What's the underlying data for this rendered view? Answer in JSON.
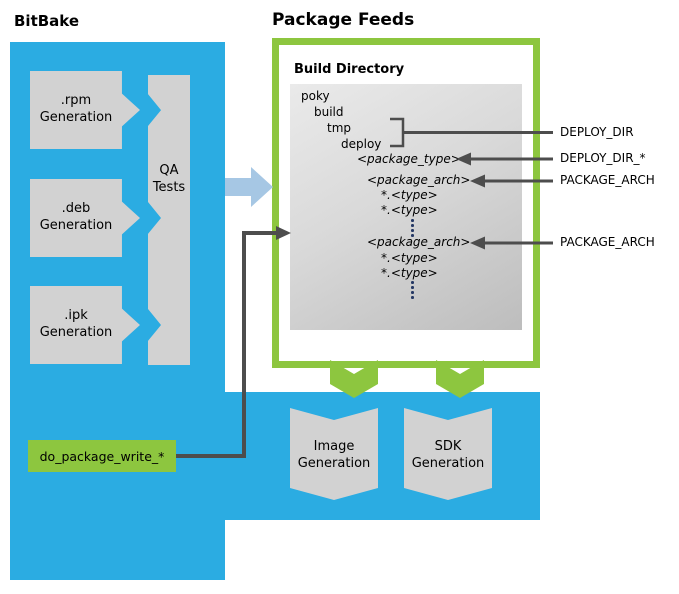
{
  "titles": {
    "bitbake": "BitBake",
    "package_feeds": "Package Feeds",
    "build_directory": "Build Directory"
  },
  "generation_boxes": [
    {
      "line1": ".rpm",
      "line2": "Generation"
    },
    {
      "line1": ".deb",
      "line2": "Generation"
    },
    {
      "line1": ".ipk",
      "line2": "Generation"
    }
  ],
  "qa_box": {
    "line1": "QA",
    "line2": "Tests"
  },
  "build_tree": {
    "lines": [
      {
        "text": "poky"
      },
      {
        "text": "build"
      },
      {
        "text": "tmp"
      },
      {
        "text": "deploy"
      },
      {
        "text": "<package_type>"
      },
      {
        "text": "<package_arch>"
      },
      {
        "text": "*.<type>"
      },
      {
        "text": "*.<type>"
      },
      {
        "text": "<package_arch>"
      },
      {
        "text": "*.<type>"
      },
      {
        "text": "*.<type>"
      }
    ]
  },
  "annotations": {
    "deploy_dir": "DEPLOY_DIR",
    "deploy_dir_star": "DEPLOY_DIR_*",
    "package_arch_1": "PACKAGE_ARCH",
    "package_arch_2": "PACKAGE_ARCH"
  },
  "task_box": {
    "label": "do_package_write_*"
  },
  "output_boxes": [
    {
      "line1": "Image",
      "line2": "Generation"
    },
    {
      "line1": "SDK",
      "line2": "Generation"
    }
  ],
  "colors": {
    "cyan": "#2BACE2",
    "green": "#8DC63F",
    "gray_box": "#D2D2D2",
    "arrow_dark": "#4D4D4D",
    "arrow_blue": "#A6C7E4",
    "dot_color": "#253864"
  }
}
